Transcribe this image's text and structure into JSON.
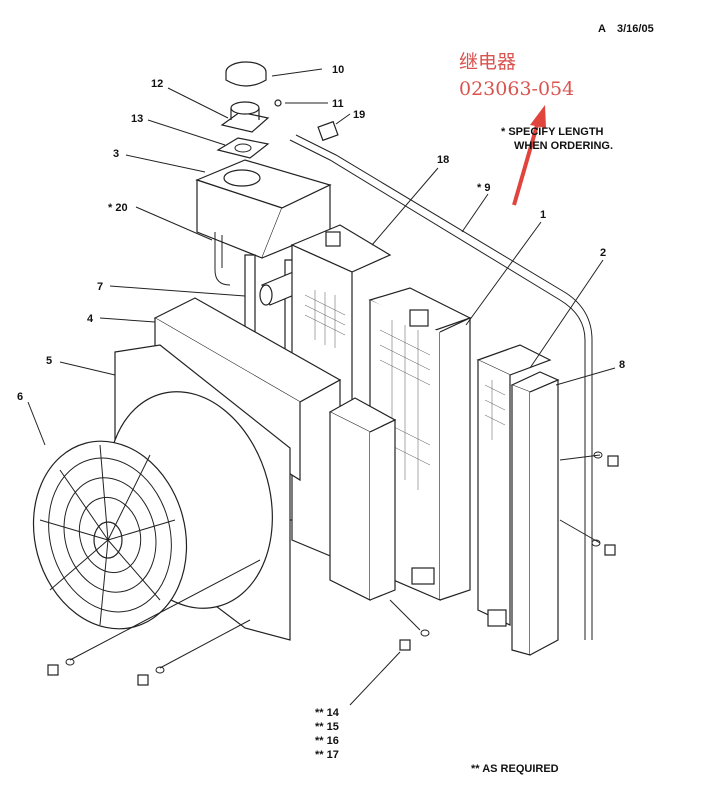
{
  "header": {
    "revision": "A",
    "date": "3/16/05"
  },
  "annotation": {
    "title": "继电器",
    "part_number": "023063-054",
    "arrow_color": "#e0443c"
  },
  "notes": {
    "specify_length_line1": "*  SPECIFY LENGTH",
    "specify_length_line2": "WHEN ORDERING.",
    "as_required": "**  AS REQUIRED"
  },
  "callouts": {
    "c10": "10",
    "c11": "11",
    "c12": "12",
    "c13": "13",
    "c3": "3",
    "c19": "19",
    "c20": "* 20",
    "c18": "18",
    "c9": "*  9",
    "c1": "1",
    "c2": "2",
    "c7": "7",
    "c8": "8",
    "c4": "4",
    "c5": "5",
    "c6": "6"
  },
  "hardware_list": [
    "** 14",
    "** 15",
    "** 16",
    "** 17"
  ]
}
